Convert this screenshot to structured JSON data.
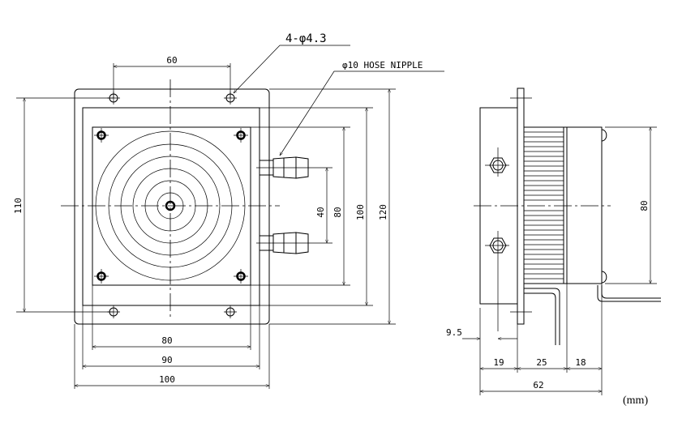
{
  "labels": {
    "holes": "4-φ4.3",
    "nipple": "φ10 HOSE NIPPLE",
    "unit": "(mm)"
  },
  "front_dims": {
    "hole_pitch": "60",
    "height_outer": "110",
    "nipple_pitch": "40",
    "square": "80",
    "inner": "100",
    "outer": "120",
    "bottom_80": "80",
    "bottom_90": "90",
    "bottom_100": "100"
  },
  "side_dims": {
    "offset": "9.5",
    "d19": "19",
    "d25": "25",
    "d18": "18",
    "total": "62",
    "height": "80"
  }
}
